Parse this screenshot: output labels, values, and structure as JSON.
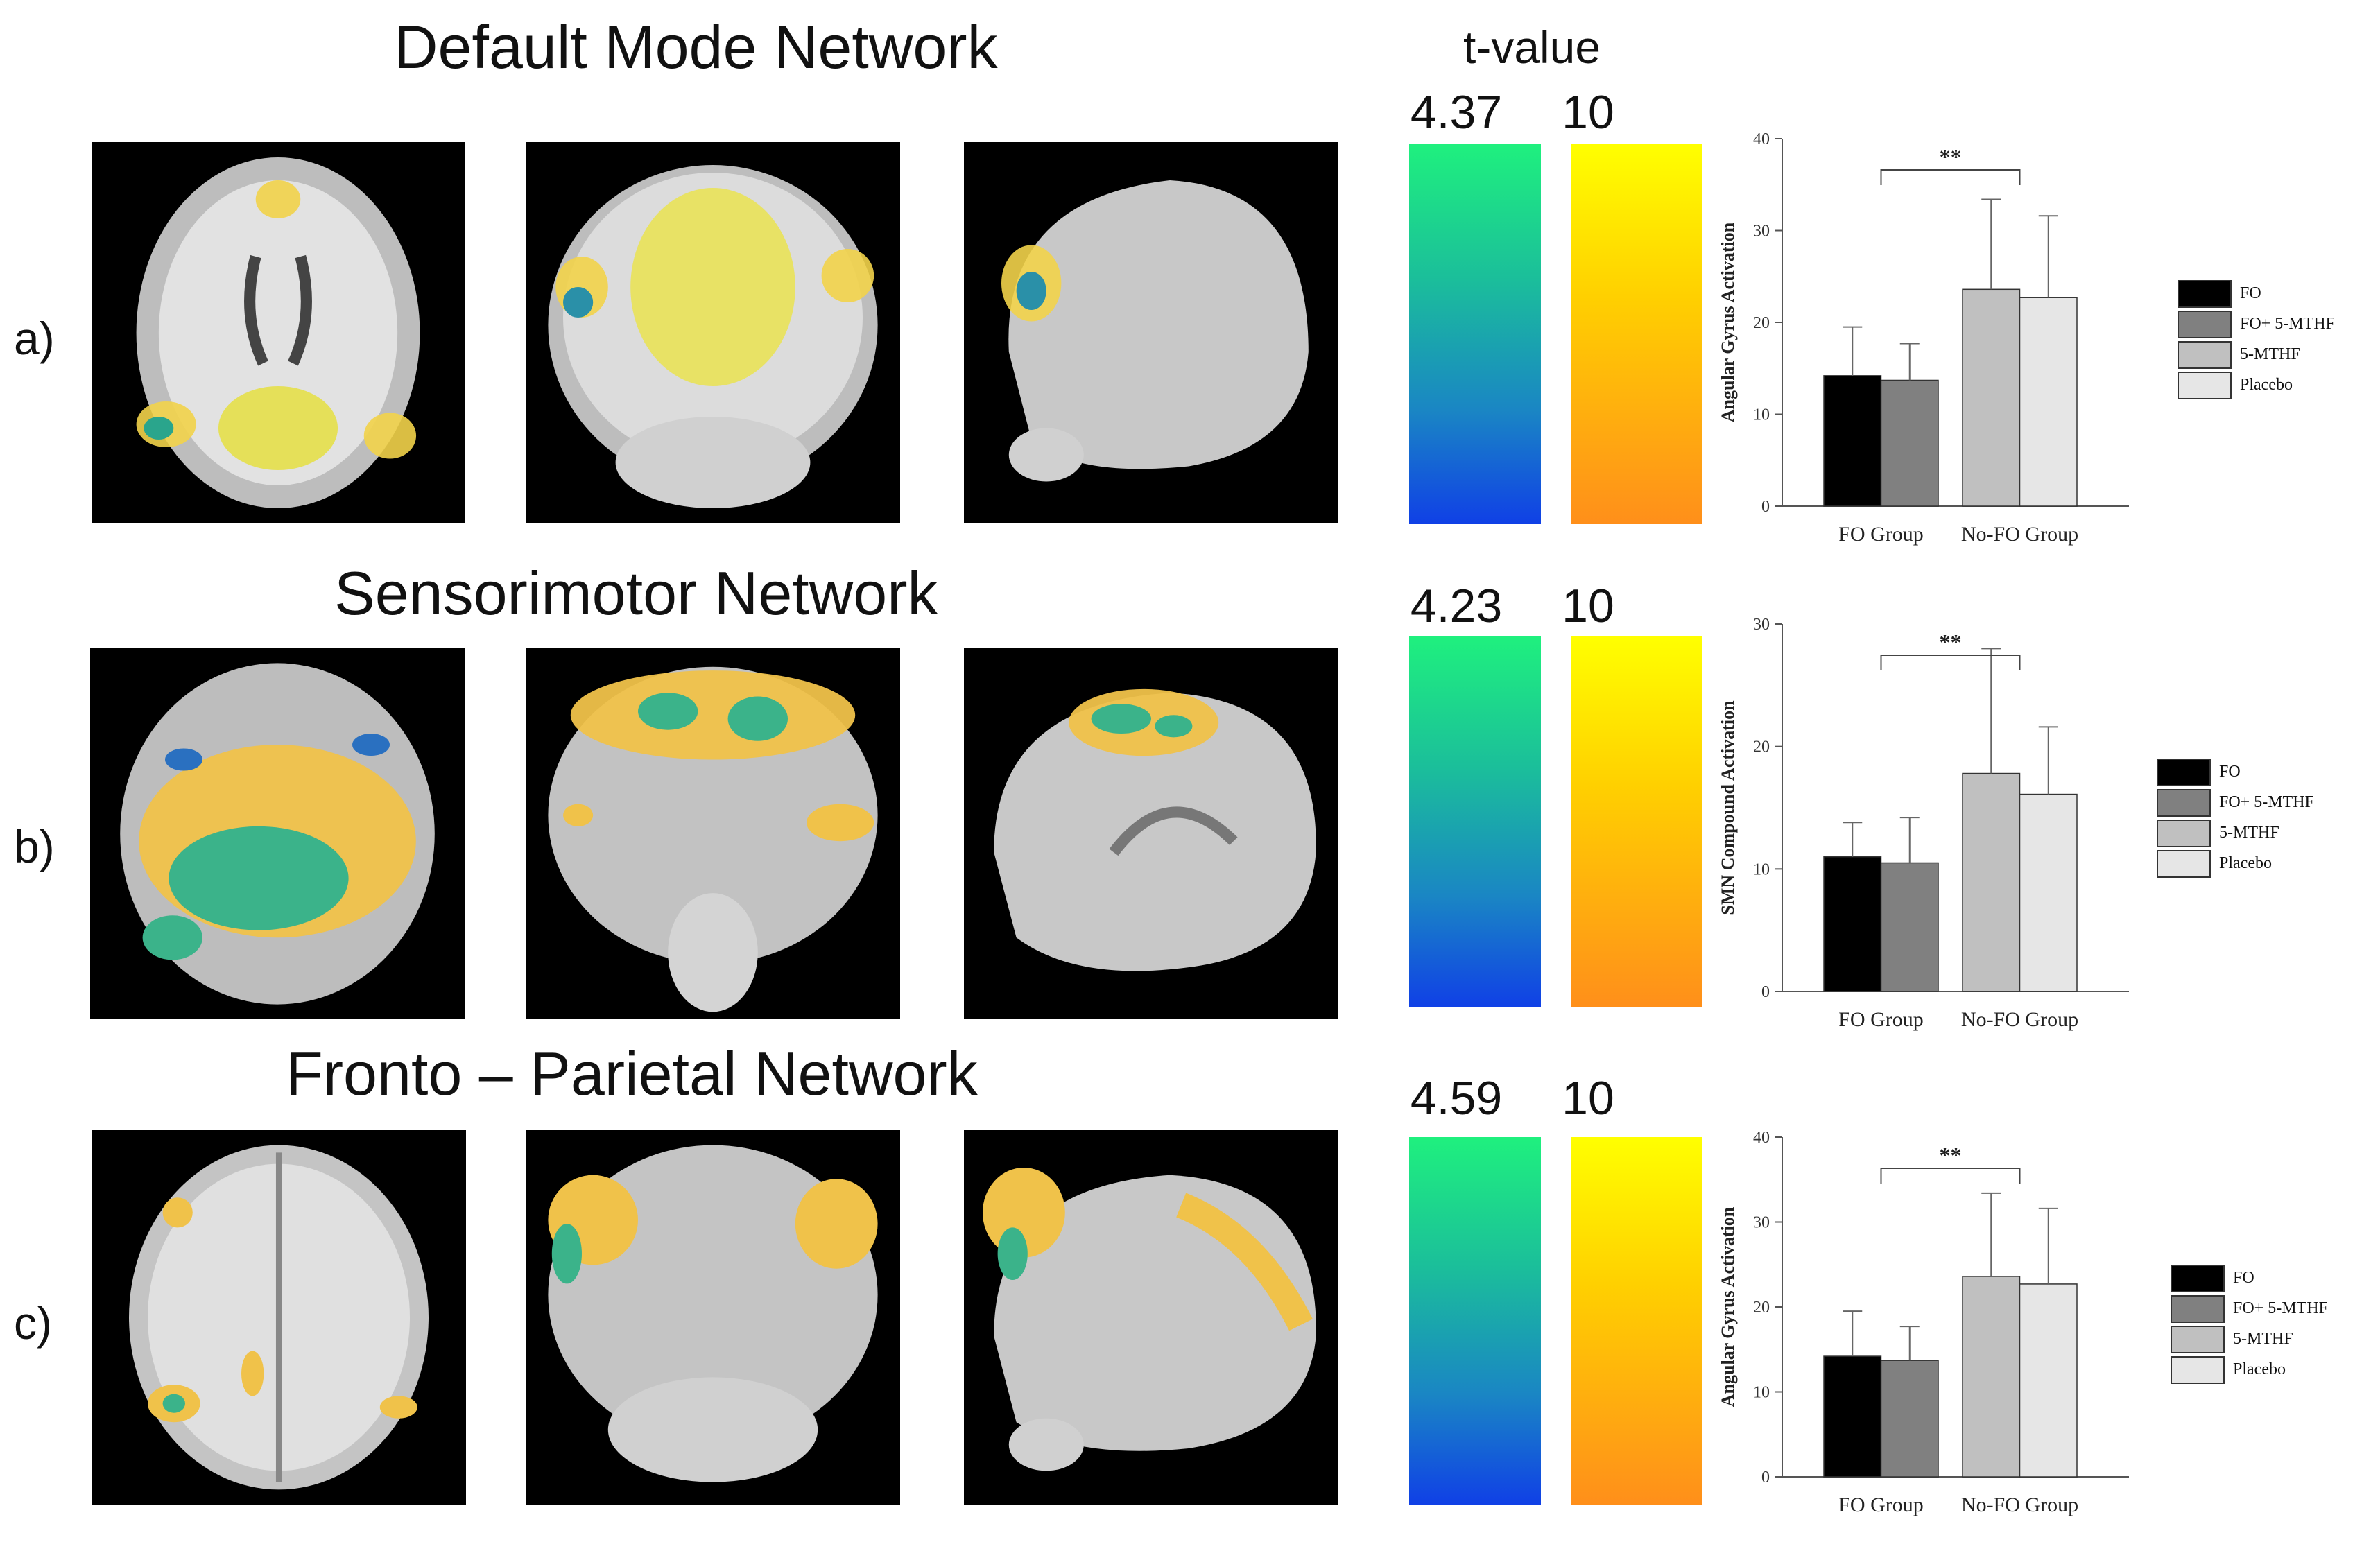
{
  "networks": [
    {
      "title": "Default Mode Network",
      "row_label": "a)"
    },
    {
      "title": "Sensorimotor Network",
      "row_label": "b)"
    },
    {
      "title": "Fronto – Parietal Network",
      "row_label": "c)"
    }
  ],
  "scale": {
    "title": "t-value",
    "rows": [
      {
        "cool_max": "4.37",
        "warm_max": "10"
      },
      {
        "cool_max": "4.23",
        "warm_max": "10"
      },
      {
        "cool_max": "4.59",
        "warm_max": "10"
      }
    ]
  },
  "colors": {
    "FO": "#000000",
    "FO+ 5-MTHF": "#808080",
    "5-MTHF": "#c0c0c0",
    "Placebo": "#e6e6e6",
    "overlay_warm": "#f5c542",
    "overlay_cool": "#3bb38a"
  },
  "chart_data": [
    {
      "type": "bar",
      "ylabel": "Angular Gyrus Activation",
      "categories": [
        "FO Group",
        "No-FO Group"
      ],
      "ylim": [
        0,
        40
      ],
      "yticks": [
        "0",
        "10",
        "20",
        "30",
        "40"
      ],
      "series": [
        {
          "name": "FO",
          "group": 0,
          "value": 14.2,
          "error": 5.3
        },
        {
          "name": "FO+ 5-MTHF",
          "group": 0,
          "value": 13.7,
          "error": 4.0
        },
        {
          "name": "5-MTHF",
          "group": 1,
          "value": 23.6,
          "error": 9.8
        },
        {
          "name": "Placebo",
          "group": 1,
          "value": 22.7,
          "error": 8.9
        }
      ],
      "annotation": "**",
      "legend": [
        "FO",
        "FO+ 5-MTHF",
        "5-MTHF",
        "Placebo"
      ]
    },
    {
      "type": "bar",
      "ylabel": "SMN Compound Activation",
      "categories": [
        "FO Group",
        "No-FO Group"
      ],
      "ylim": [
        0,
        30
      ],
      "yticks": [
        "0",
        "10",
        "20",
        "30"
      ],
      "series": [
        {
          "name": "FO",
          "group": 0,
          "value": 11.0,
          "error": 2.8
        },
        {
          "name": "FO+ 5-MTHF",
          "group": 0,
          "value": 10.5,
          "error": 3.7
        },
        {
          "name": "5-MTHF",
          "group": 1,
          "value": 17.8,
          "error": 10.2
        },
        {
          "name": "Placebo",
          "group": 1,
          "value": 16.1,
          "error": 5.5
        }
      ],
      "annotation": "**",
      "legend": [
        "FO",
        "FO+ 5-MTHF",
        "5-MTHF",
        "Placebo"
      ]
    },
    {
      "type": "bar",
      "ylabel": "Angular Gyrus Activation",
      "categories": [
        "FO Group",
        "No-FO Group"
      ],
      "ylim": [
        0,
        40
      ],
      "yticks": [
        "0",
        "10",
        "20",
        "30",
        "40"
      ],
      "series": [
        {
          "name": "FO",
          "group": 0,
          "value": 14.2,
          "error": 5.3
        },
        {
          "name": "FO+ 5-MTHF",
          "group": 0,
          "value": 13.7,
          "error": 4.0
        },
        {
          "name": "5-MTHF",
          "group": 1,
          "value": 23.6,
          "error": 9.8
        },
        {
          "name": "Placebo",
          "group": 1,
          "value": 22.7,
          "error": 8.9
        }
      ],
      "annotation": "**",
      "legend": [
        "FO",
        "FO+ 5-MTHF",
        "5-MTHF",
        "Placebo"
      ]
    }
  ]
}
